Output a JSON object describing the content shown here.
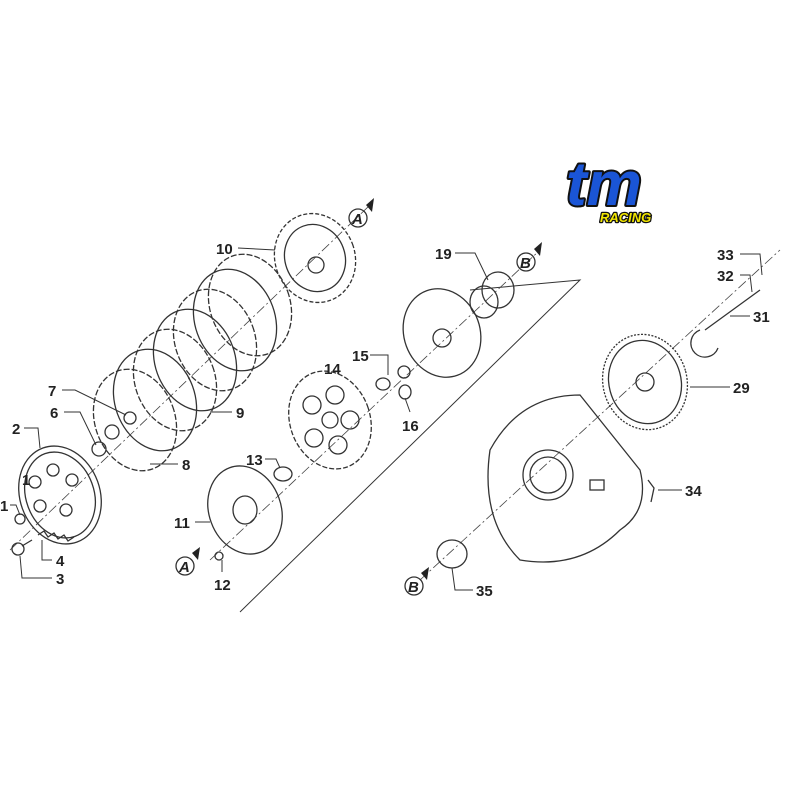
{
  "logo": {
    "brand": "tm",
    "sub": "RACING",
    "brand_color": "#1a55d6",
    "sub_color": "#f2e600"
  },
  "callouts": {
    "a1": "A",
    "a2": "A",
    "b1": "B",
    "b2": "B"
  },
  "labels": {
    "p1a": "1",
    "p1b": "1",
    "p2": "2",
    "p3": "3",
    "p4": "4",
    "p6": "6",
    "p7": "7",
    "p8": "8",
    "p9": "9",
    "p10": "10",
    "p11": "11",
    "p12": "12",
    "p13": "13",
    "p14": "14",
    "p15": "15",
    "p16": "16",
    "p19": "19",
    "p29": "29",
    "p31": "31",
    "p32": "32",
    "p33": "33",
    "p34": "34",
    "p35": "35"
  }
}
